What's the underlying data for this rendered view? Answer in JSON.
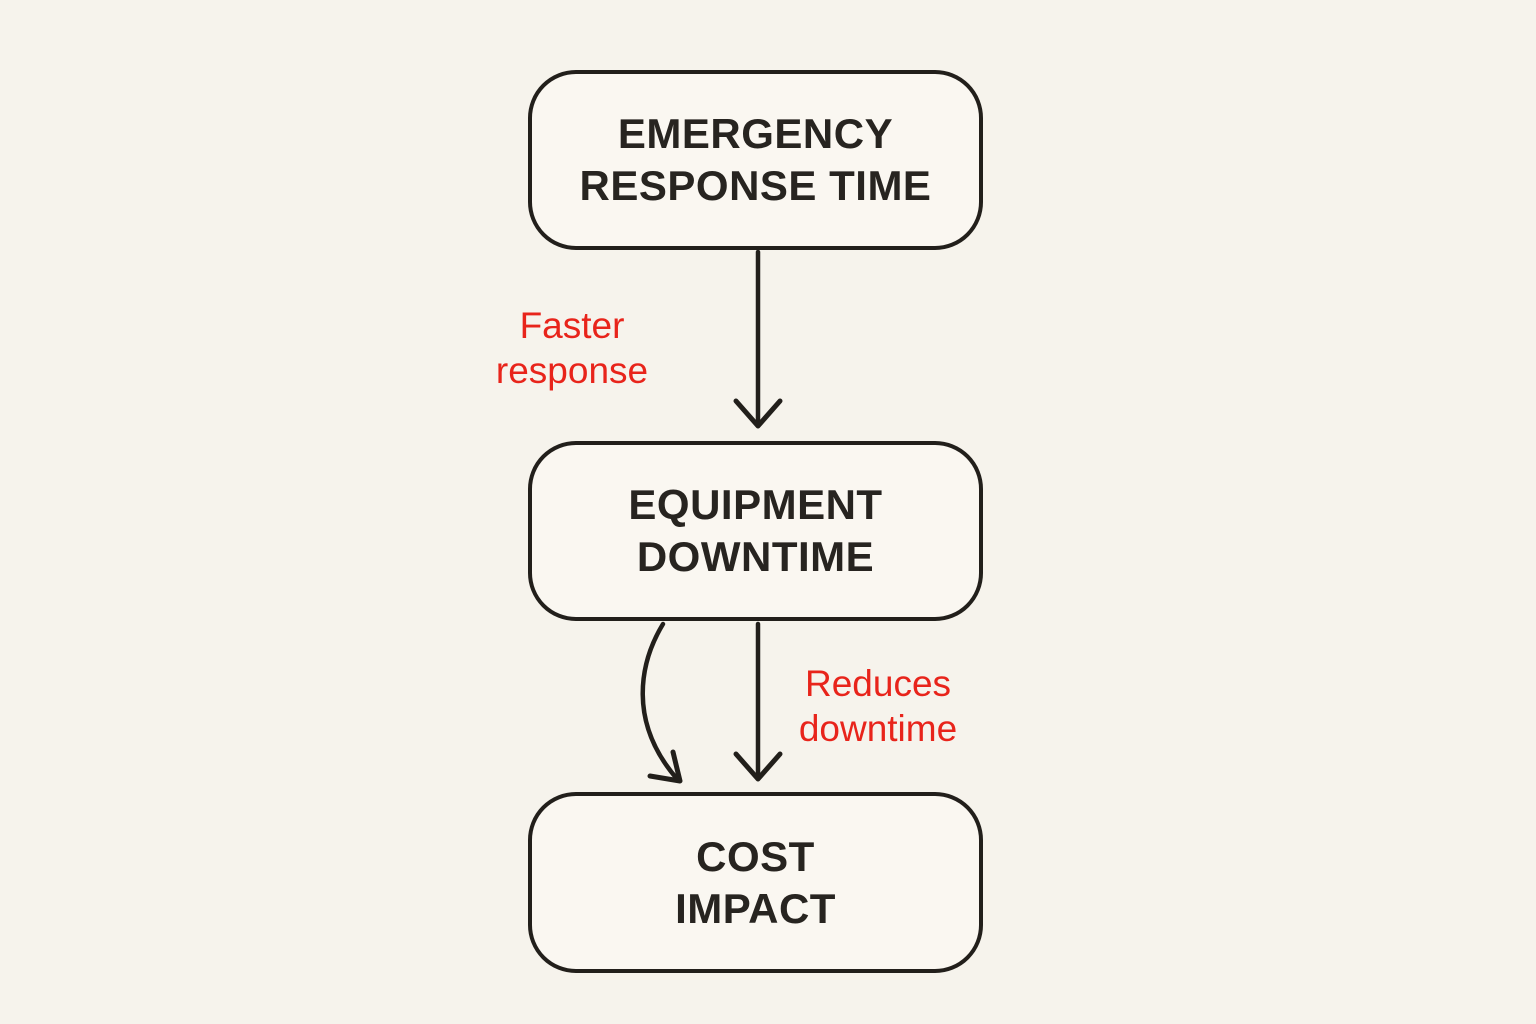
{
  "diagram": {
    "type": "flowchart",
    "orientation": "vertical",
    "nodes": [
      {
        "id": "emergency-response-time",
        "lines": [
          "EMERGENCY",
          "RESPONSE TIME"
        ]
      },
      {
        "id": "equipment-downtime",
        "lines": [
          "EQUIPMENT",
          "DOWNTIME"
        ]
      },
      {
        "id": "cost-impact",
        "lines": [
          "COST",
          "IMPACT"
        ]
      }
    ],
    "edges": [
      {
        "from": "emergency-response-time",
        "to": "equipment-downtime",
        "style": "straight-arrow",
        "label_lines": [
          "Faster",
          "response"
        ]
      },
      {
        "from": "equipment-downtime",
        "to": "cost-impact",
        "style": "straight-arrow",
        "label_lines": [
          "Reduces",
          "downtime"
        ]
      },
      {
        "from": "equipment-downtime",
        "to": "cost-impact",
        "style": "curved-arrow",
        "label_lines": []
      }
    ],
    "colors": {
      "background": "#f6f3ec",
      "node_fill": "#faf7f1",
      "node_border": "#221f1b",
      "node_text": "#272420",
      "edge": "#221f1b",
      "edge_label": "#e8241b"
    }
  }
}
